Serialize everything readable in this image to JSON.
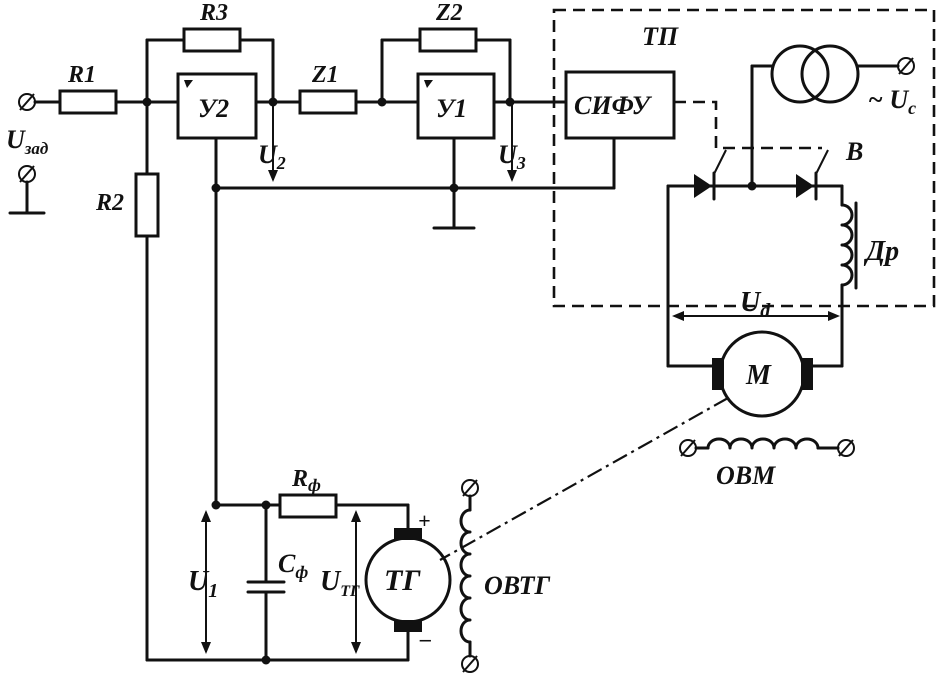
{
  "labels": {
    "u_zad": "U",
    "u_zad_sub": "зад",
    "r1": "R1",
    "r2": "R2",
    "r3": "R3",
    "z1": "Z1",
    "z2": "Z2",
    "y2": "У2",
    "y1": "У1",
    "u2": "U",
    "u2_sub": "2",
    "u3": "U",
    "u3_sub": "3",
    "tp": "ТП",
    "sifu": "СИФУ",
    "u_c": "~ U",
    "u_c_sub": "c",
    "b": "В",
    "dr": "Др",
    "u_d": "U",
    "u_d_sub": "d",
    "m": "М",
    "ovm": "ОВМ",
    "r_f": "R",
    "r_f_sub": "ф",
    "c_f": "С",
    "c_f_sub": "ф",
    "u1": "U",
    "u1_sub": "1",
    "u_tg": "U",
    "u_tg_sub": "ТГ",
    "tg": "ТГ",
    "ovtg": "ОВТГ",
    "plus": "+",
    "minus": "–"
  }
}
